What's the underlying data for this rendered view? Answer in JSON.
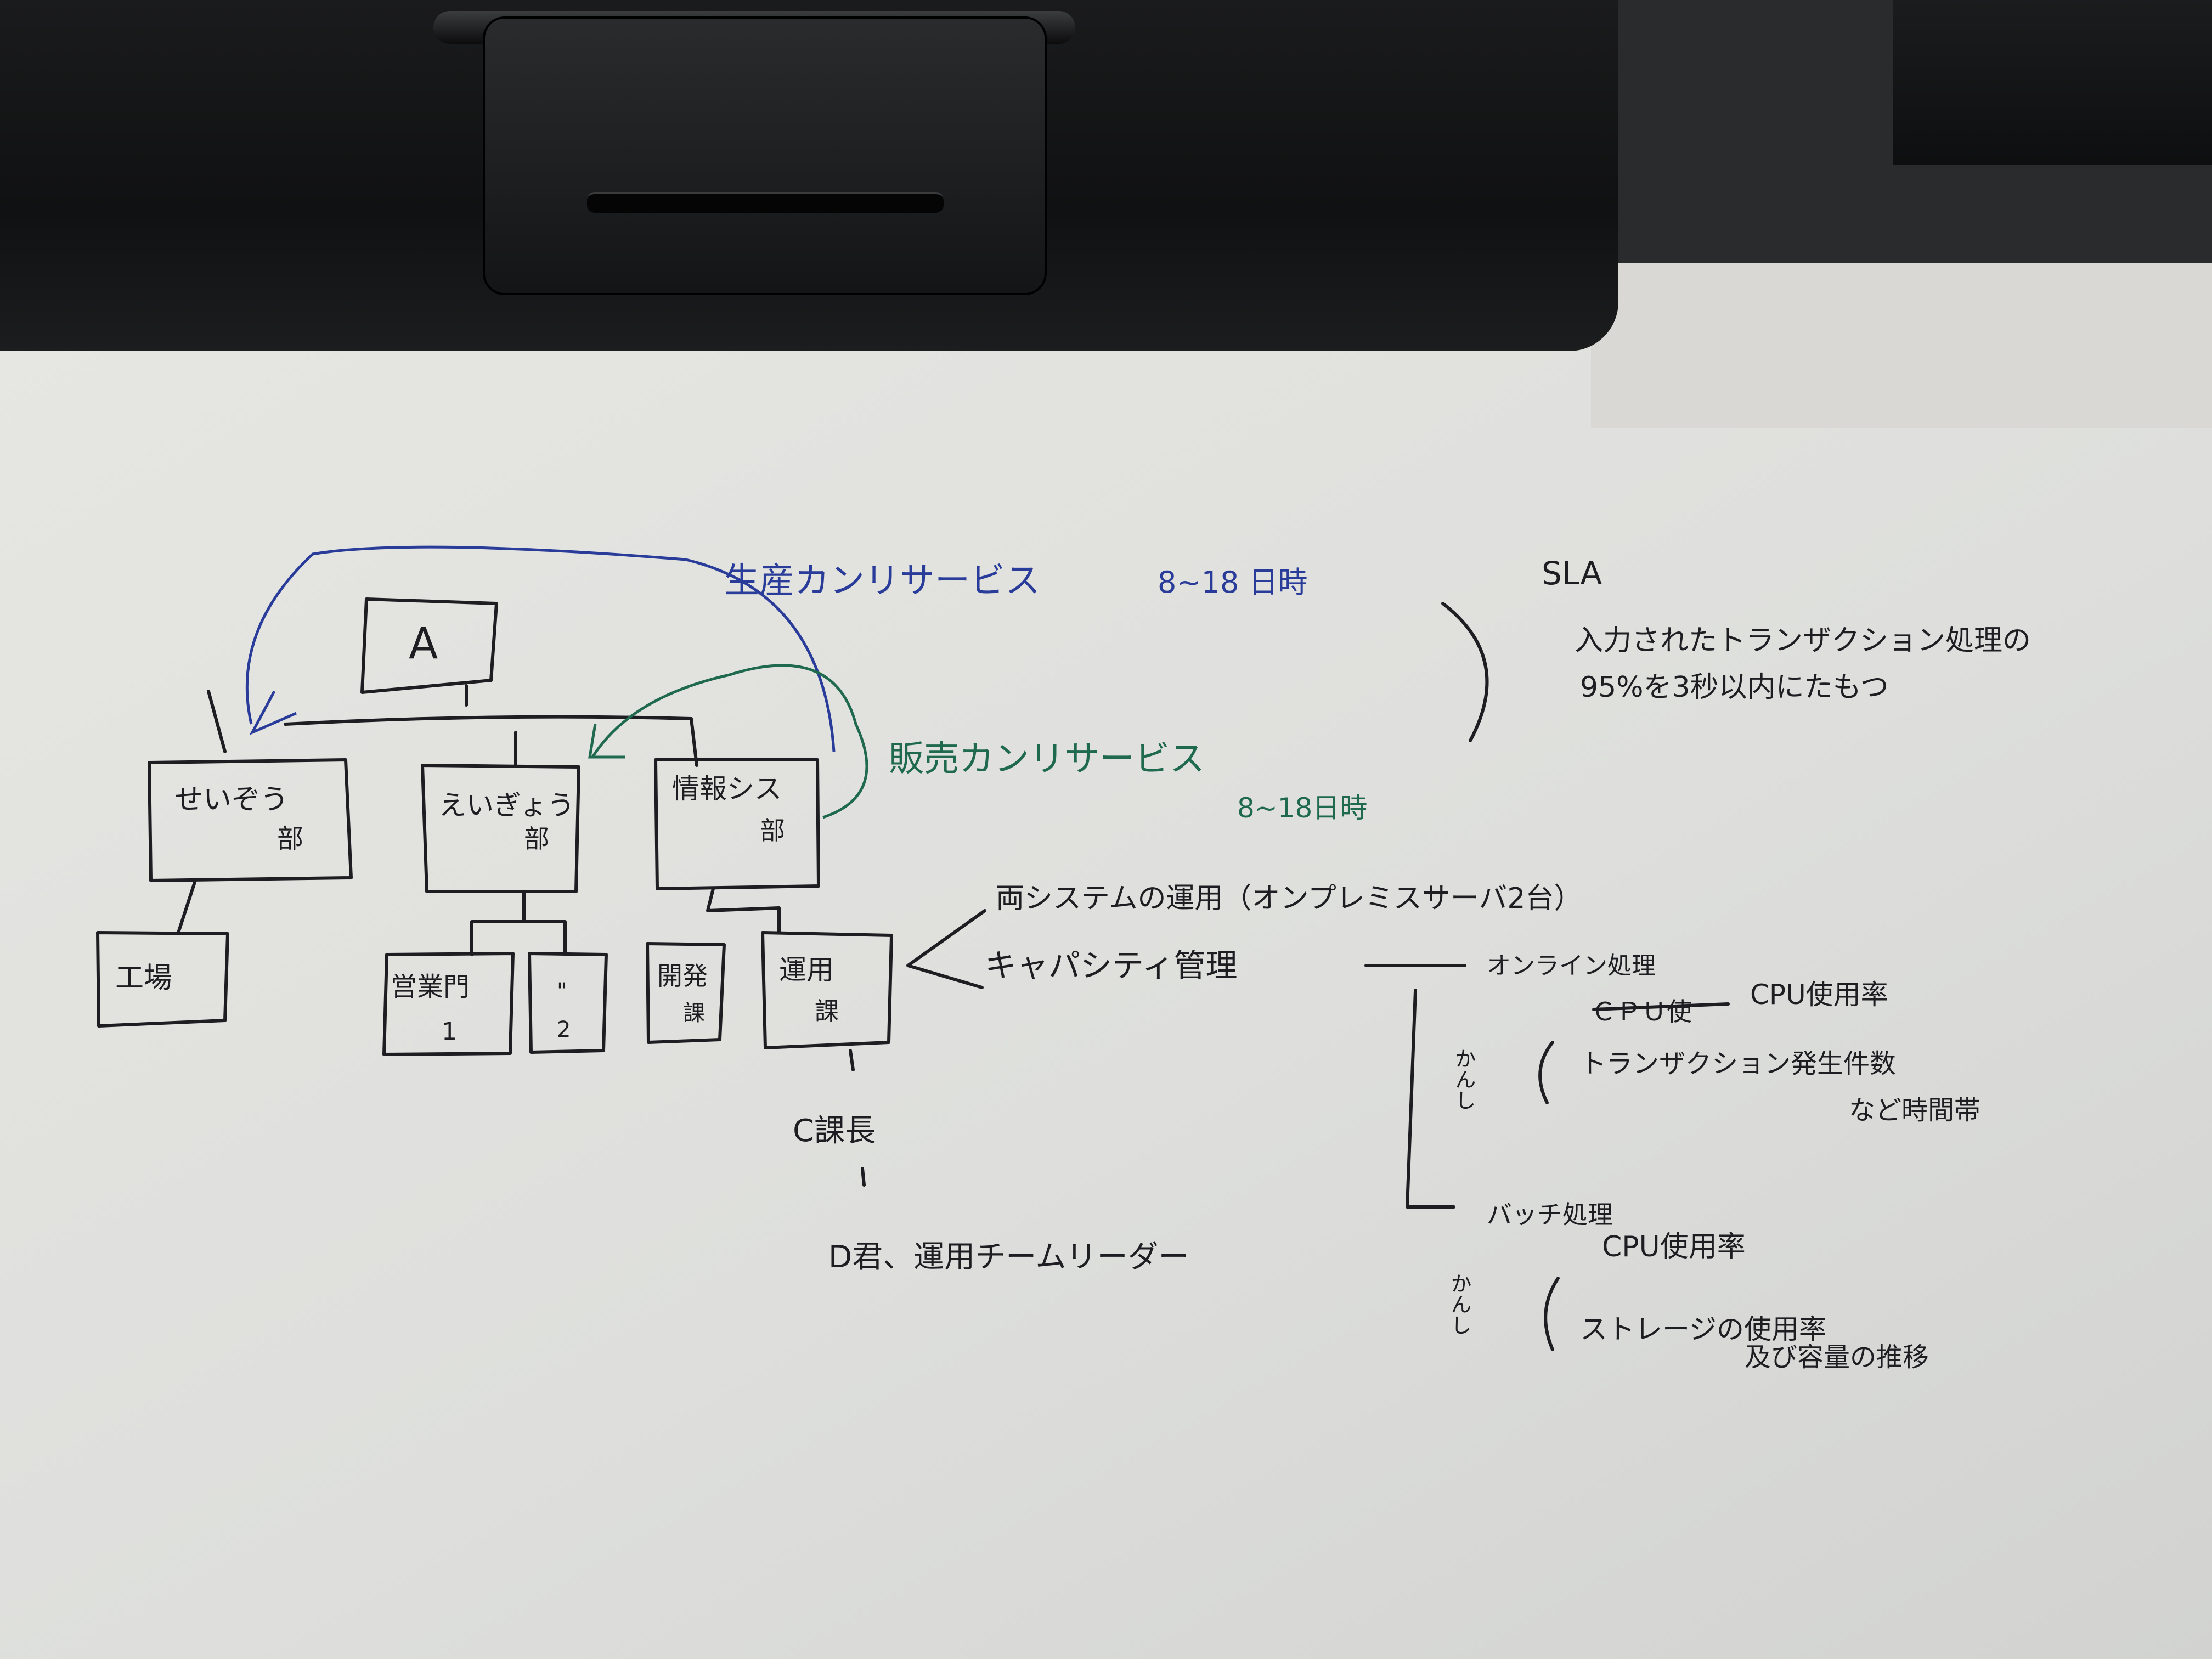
{
  "colors": {
    "ink": "#1d1d22",
    "blue_ink": "#2a3c9a",
    "green_ink": "#1f6a4e",
    "paper": "#e3e3df",
    "clip": "#141516"
  },
  "diagram": {
    "top_node": "A",
    "departments": {
      "production": [
        "せいぞう",
        "部"
      ],
      "sales": [
        "えいぎょう",
        "部"
      ],
      "infosys": [
        "情報シス",
        "部"
      ]
    },
    "factory": "工場",
    "sales_units": [
      "営業門",
      "1",
      "\"",
      "2"
    ],
    "infosys_units": {
      "dev": [
        "開発",
        "課"
      ],
      "ops": [
        "運用",
        "課"
      ]
    },
    "person_c": "C課長",
    "person_d": "D君、運用チームリーダー"
  },
  "annotations": {
    "blue_service": "生産カンリサービス",
    "blue_hours": "8~18 日時",
    "green_service": "販売カンリサービス",
    "green_hours": "8~18日時",
    "ops_line1": "両システムの運用（オンプレミスサーバ2台）",
    "ops_line2": "キャパシティ管理",
    "sla_title": "SLA",
    "sla_line1": "入力されたトランザクション処理の",
    "sla_line2": "95%を3秒以内にたもつ",
    "online_title": "オンライン処理",
    "kanshi": "かんし",
    "online_item1_struck": "ＣＰＵ使",
    "online_item1": "CPU使用率",
    "online_item2": "トランザクション発生件数",
    "online_item2b": "など時間帯",
    "batch_title": "バッチ処理",
    "batch_item1": "CPU使用率",
    "batch_item2": "ストレージの使用率",
    "batch_item2b": "及び容量の推移"
  }
}
